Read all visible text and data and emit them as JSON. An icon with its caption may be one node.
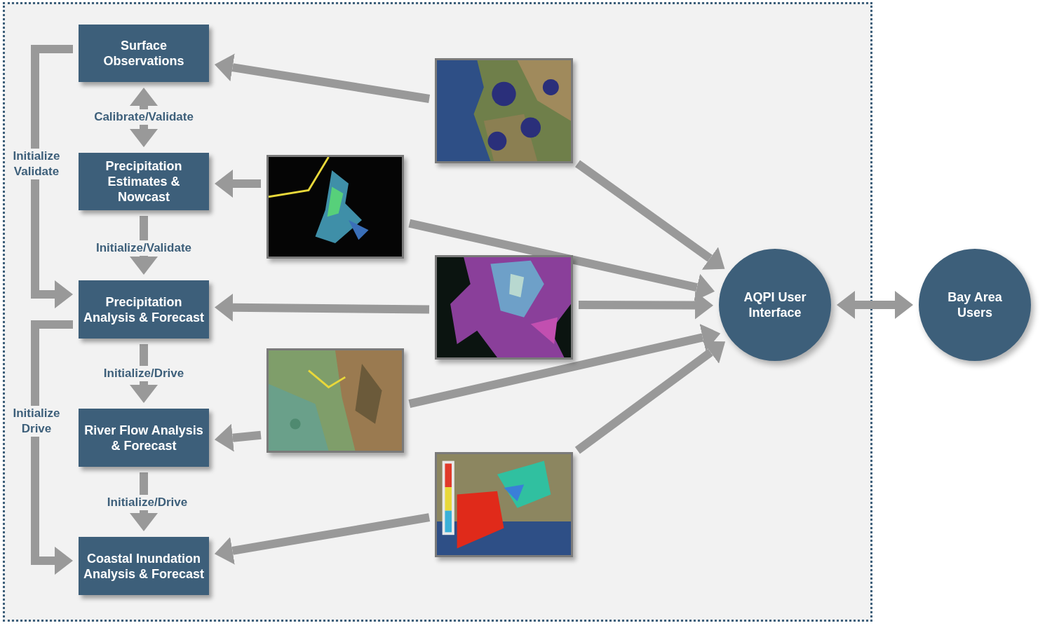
{
  "diagram": {
    "nodes": [
      {
        "text": [
          "Surface Observations"
        ]
      },
      {
        "text": [
          "Precipitation Estimates & Nowcast"
        ]
      },
      {
        "text": [
          "Precipitation Analysis & Forecast"
        ]
      },
      {
        "text": [
          "River Flow Analysis & Forecast"
        ]
      },
      {
        "text": [
          "Coastal Inundation Analysis & Forecast"
        ]
      },
      {
        "text": [],
        "shape": "picture"
      },
      {
        "text": [],
        "shape": "picture"
      },
      {
        "text": [],
        "shape": "picture"
      },
      {
        "text": [],
        "shape": "picture"
      },
      {
        "text": [],
        "shape": "picture"
      },
      {
        "text": [
          "AQPI User Interface"
        ]
      },
      {
        "text": [
          "Bay Area Users"
        ]
      }
    ],
    "edges": [
      {
        "from": 0,
        "to": 1,
        "arrow": "both",
        "label": "Calibrate/Validate"
      },
      {
        "from": 1,
        "to": 2,
        "arrow": "to",
        "label": "Initialize/Validate"
      },
      {
        "from": 2,
        "to": 3,
        "arrow": "to",
        "label": "Initialize/Drive"
      },
      {
        "from": 3,
        "to": 4,
        "arrow": "to",
        "label": "Initialize/Drive"
      },
      {
        "from": 0,
        "to": 2,
        "arrow": "to",
        "label": "Initialize Validate"
      },
      {
        "from": 2,
        "to": 4,
        "arrow": "to",
        "label": "Initialize Drive"
      },
      {
        "from": 5,
        "to": 0,
        "arrow": "to"
      },
      {
        "from": 5,
        "to": 10,
        "arrow": "to"
      },
      {
        "from": 6,
        "to": 1,
        "arrow": "to"
      },
      {
        "from": 6,
        "to": 10,
        "arrow": "to"
      },
      {
        "from": 7,
        "to": 2,
        "arrow": "to"
      },
      {
        "from": 7,
        "to": 10,
        "arrow": "to"
      },
      {
        "from": 8,
        "to": 3,
        "arrow": "to"
      },
      {
        "from": 8,
        "to": 10,
        "arrow": "to"
      },
      {
        "from": 9,
        "to": 4,
        "arrow": "to"
      },
      {
        "from": 9,
        "to": 10,
        "arrow": "to"
      },
      {
        "from": 10,
        "to": 11,
        "arrow": "both"
      }
    ]
  }
}
